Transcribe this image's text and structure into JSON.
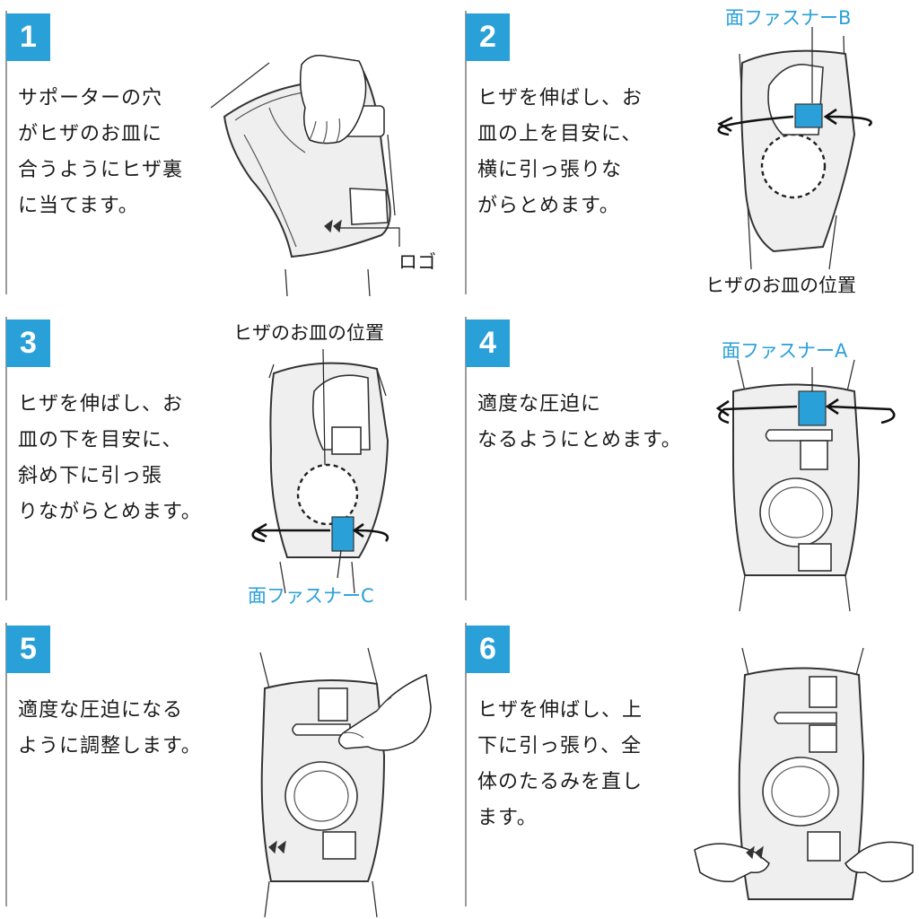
{
  "steps": [
    {
      "number": "1",
      "text": "サポーターの穴\nがヒザのお皿に\n合うようにヒザ裏\nに当てます。"
    },
    {
      "number": "2",
      "text": "ヒザを伸ばし、お\n皿の上を目安に、\n横に引っ張りな\nがらとめます。"
    },
    {
      "number": "3",
      "text": "ヒザを伸ばし、お\n皿の下を目安に、\n斜め下に引っ張\nりながらとめます。"
    },
    {
      "number": "4",
      "text": "適度な圧迫に\nなるようにとめます。"
    },
    {
      "number": "5",
      "text": "適度な圧迫になる\nように調整します。"
    },
    {
      "number": "6",
      "text": "ヒザを伸ばし、上\n下に引っ張り、全\n体のたるみを直し\nます。"
    }
  ],
  "labels": {
    "logo": "ロゴ",
    "fastener_b": "面ファスナーB",
    "kneecap_position": "ヒザのお皿の位置",
    "fastener_c": "面ファスナーC",
    "fastener_a": "面ファスナーA"
  },
  "colors": {
    "accent": "#2aa0d8",
    "divider": "#9a9a9a"
  }
}
